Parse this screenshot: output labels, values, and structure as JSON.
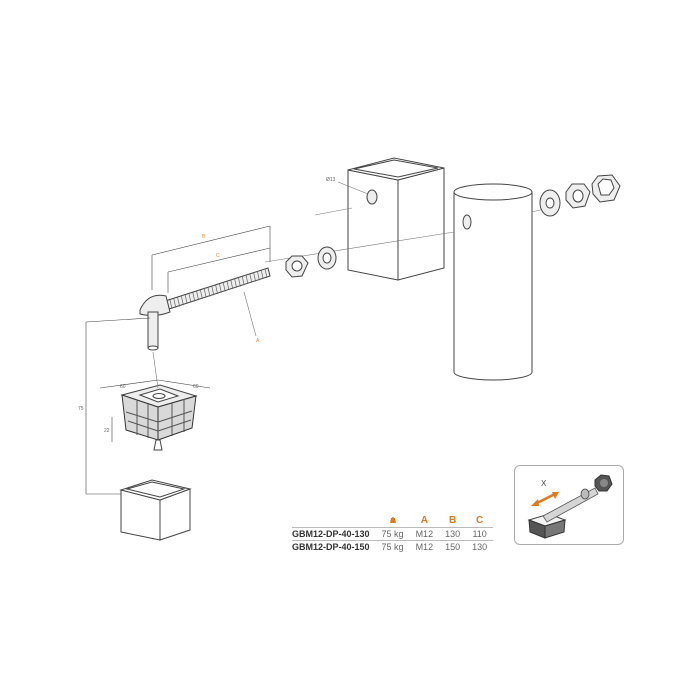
{
  "labels": {
    "B": "B",
    "C": "C",
    "A": "A",
    "dia": "Ø13",
    "w60a": "60",
    "w60b": "60",
    "h22": "22",
    "h75": "75",
    "inset_x": "X"
  },
  "table": {
    "headers": [
      "",
      "A",
      "B",
      "C"
    ],
    "weight_icon": "weight-icon",
    "rows": [
      {
        "model": "GBM12-DP-40-130",
        "load": "75 kg",
        "A": "M12",
        "B": "130",
        "C": "110"
      },
      {
        "model": "GBM12-DP-40-150",
        "load": "75 kg",
        "A": "M12",
        "B": "150",
        "C": "130"
      }
    ]
  },
  "colors": {
    "accent": "#e07a1f",
    "line": "#555555"
  }
}
